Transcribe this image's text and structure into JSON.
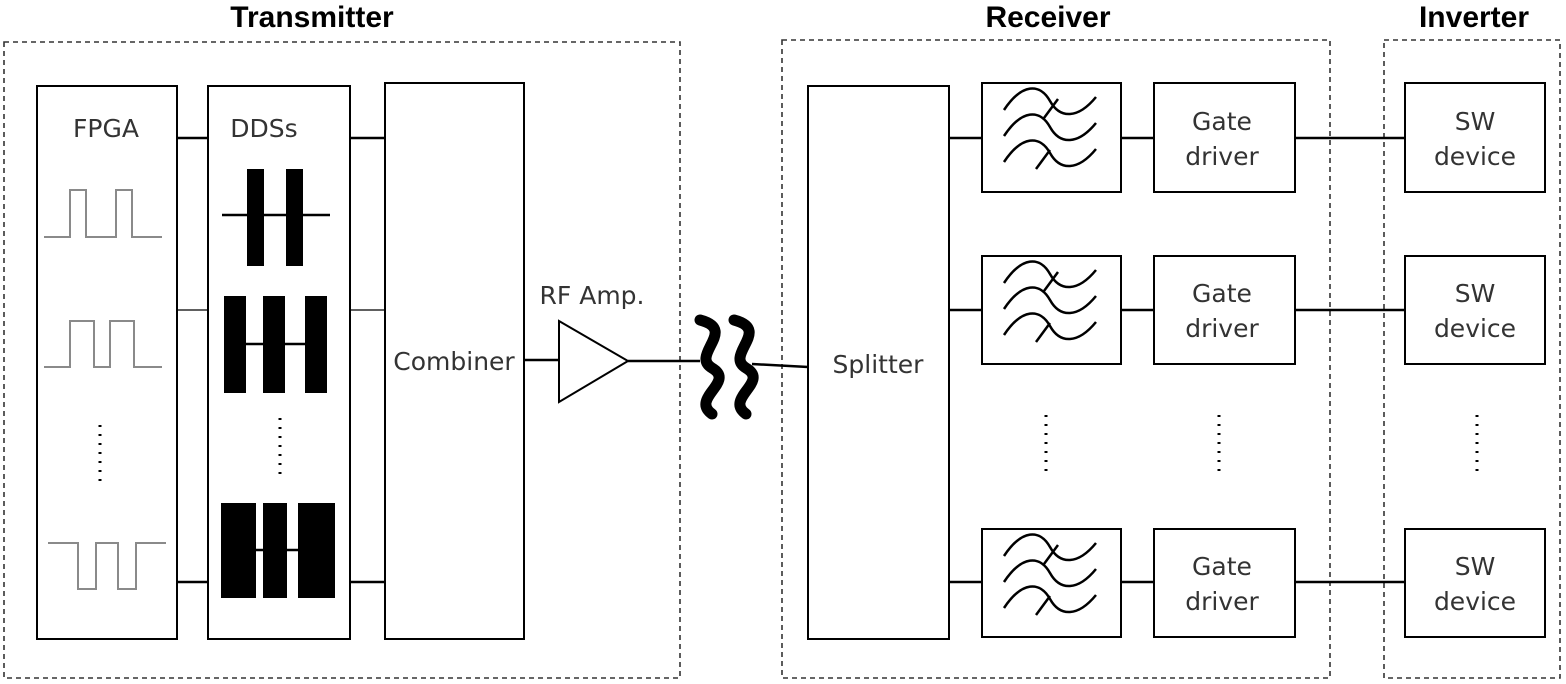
{
  "groups": {
    "transmitter": "Transmitter",
    "receiver": "Receiver",
    "inverter": "Inverter"
  },
  "blocks": {
    "fpga": "FPGA",
    "ddss": "DDSs",
    "combiner": "Combiner",
    "rf_amp": "RF Amp.",
    "splitter": "Splitter"
  },
  "channels": [
    {
      "gate_line1": "Gate",
      "gate_line2": "driver",
      "sw_line1": "SW",
      "sw_line2": "device"
    },
    {
      "gate_line1": "Gate",
      "gate_line2": "driver",
      "sw_line1": "SW",
      "sw_line2": "device"
    },
    {
      "gate_line1": "Gate",
      "gate_line2": "driver",
      "sw_line1": "SW",
      "sw_line2": "device"
    }
  ],
  "icons": {
    "pulse": "square-pulse-waveform-icon",
    "dds": "dds-chip-icon",
    "filter": "bandpass-filter-icon",
    "break": "transmission-break-icon",
    "amp": "amplifier-triangle-icon"
  }
}
